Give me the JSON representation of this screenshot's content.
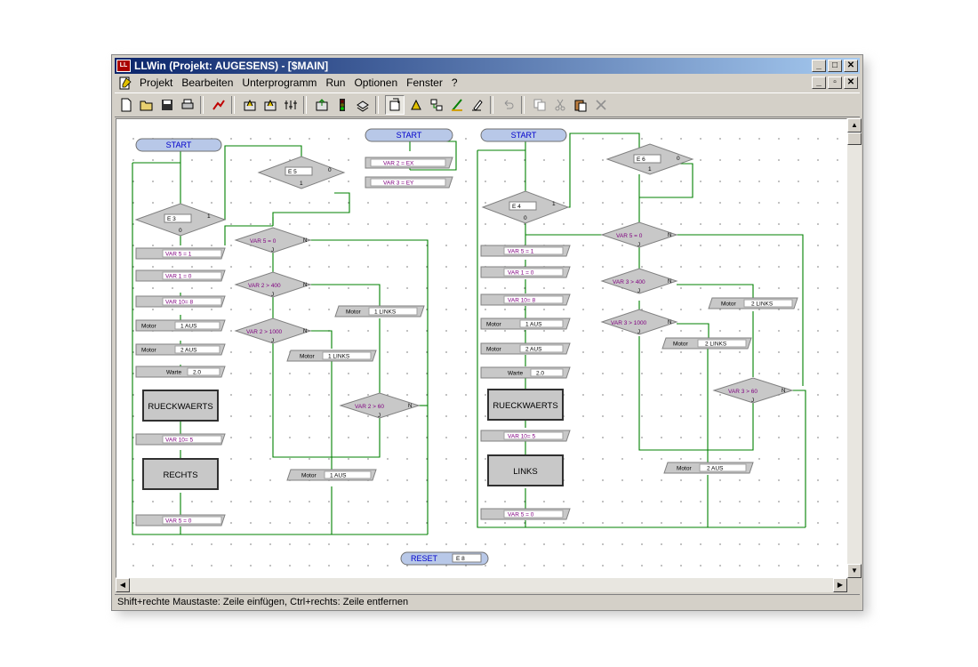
{
  "window": {
    "title": "LLWin   (Projekt: AUGESENS)   - [$MAIN]",
    "app_icon_text": "LL"
  },
  "menu": [
    {
      "label": "Projekt"
    },
    {
      "label": "Bearbeiten"
    },
    {
      "label": "Unterprogramm"
    },
    {
      "label": "Run"
    },
    {
      "label": "Optionen"
    },
    {
      "label": "Fenster"
    },
    {
      "label": "?"
    }
  ],
  "toolbar": [
    "new-file",
    "open-folder",
    "save",
    "print",
    "run-step",
    "motor-output-1",
    "motor-output-2",
    "io-config",
    "upload",
    "traffic-light",
    "download",
    "mode-select",
    "wire-tool",
    "connect-tool",
    "line-tool",
    "erase-tool",
    "undo",
    "copy",
    "cut",
    "paste",
    "delete"
  ],
  "status": {
    "text": "Shift+rechte Maustaste: Zeile einfügen,  Ctrl+rechts: Zeile entfernen"
  },
  "diagram": {
    "start_label": "START",
    "reset_label": "RESET",
    "reset_input": "E 8",
    "yes": "J",
    "no": "N",
    "one": "1",
    "zero": "0",
    "flow1": {
      "cond_e3": "E 3",
      "cond_e5": "E 5",
      "var5_1": "VAR 5 = 1",
      "var1_0": "VAR 1 = 0",
      "var10_8": "VAR 10= 8",
      "motor": "Motor",
      "m1_aus": "1 AUS",
      "m2_aus": "2 AUS",
      "warte": "Warte",
      "warte_val": "2.0",
      "rueckwaerts": "RUECKWAERTS",
      "var10_5": "VAR 10= 5",
      "rechts": "RECHTS",
      "var5_0": "VAR 5 = 0",
      "cmp_var5_0": "VAR 5 = 0",
      "cmp_var2_400": "VAR 2  > 400",
      "cmp_var2_1000": "VAR 2  > 1000",
      "cmp_var2_60": "VAR 2  > 60",
      "m1_links": "1 LINKS"
    },
    "flow2": {
      "var2_ex": "VAR 2 = EX",
      "var3_ey": "VAR 3 = EY"
    },
    "flow3": {
      "cond_e4": "E 4",
      "cond_e6": "E 6",
      "var5_1": "VAR 5 = 1",
      "var1_0": "VAR 1 = 0",
      "var10_8": "VAR 10= 8",
      "motor": "Motor",
      "m1_aus": "1 AUS",
      "m2_aus": "2 AUS",
      "warte": "Warte",
      "warte_val": "2.0",
      "rueckwaerts": "RUECKWAERTS",
      "var10_5": "VAR 10= 5",
      "links": "LINKS",
      "var5_0": "VAR 5 = 0",
      "cmp_var5_0": "VAR 5 = 0",
      "cmp_var3_400": "VAR 3  > 400",
      "cmp_var3_1000": "VAR 3  > 1000",
      "cmp_var3_60": "VAR 3  > 60",
      "m2_links": "2 LINKS",
      "m2_aus_b": "2 AUS"
    }
  },
  "colors": {
    "wire": "#008000",
    "start_fill": "#b8c8e8",
    "start_text": "#0000cc",
    "var_text": "#800080",
    "shape_fill": "#c8c8c8"
  }
}
